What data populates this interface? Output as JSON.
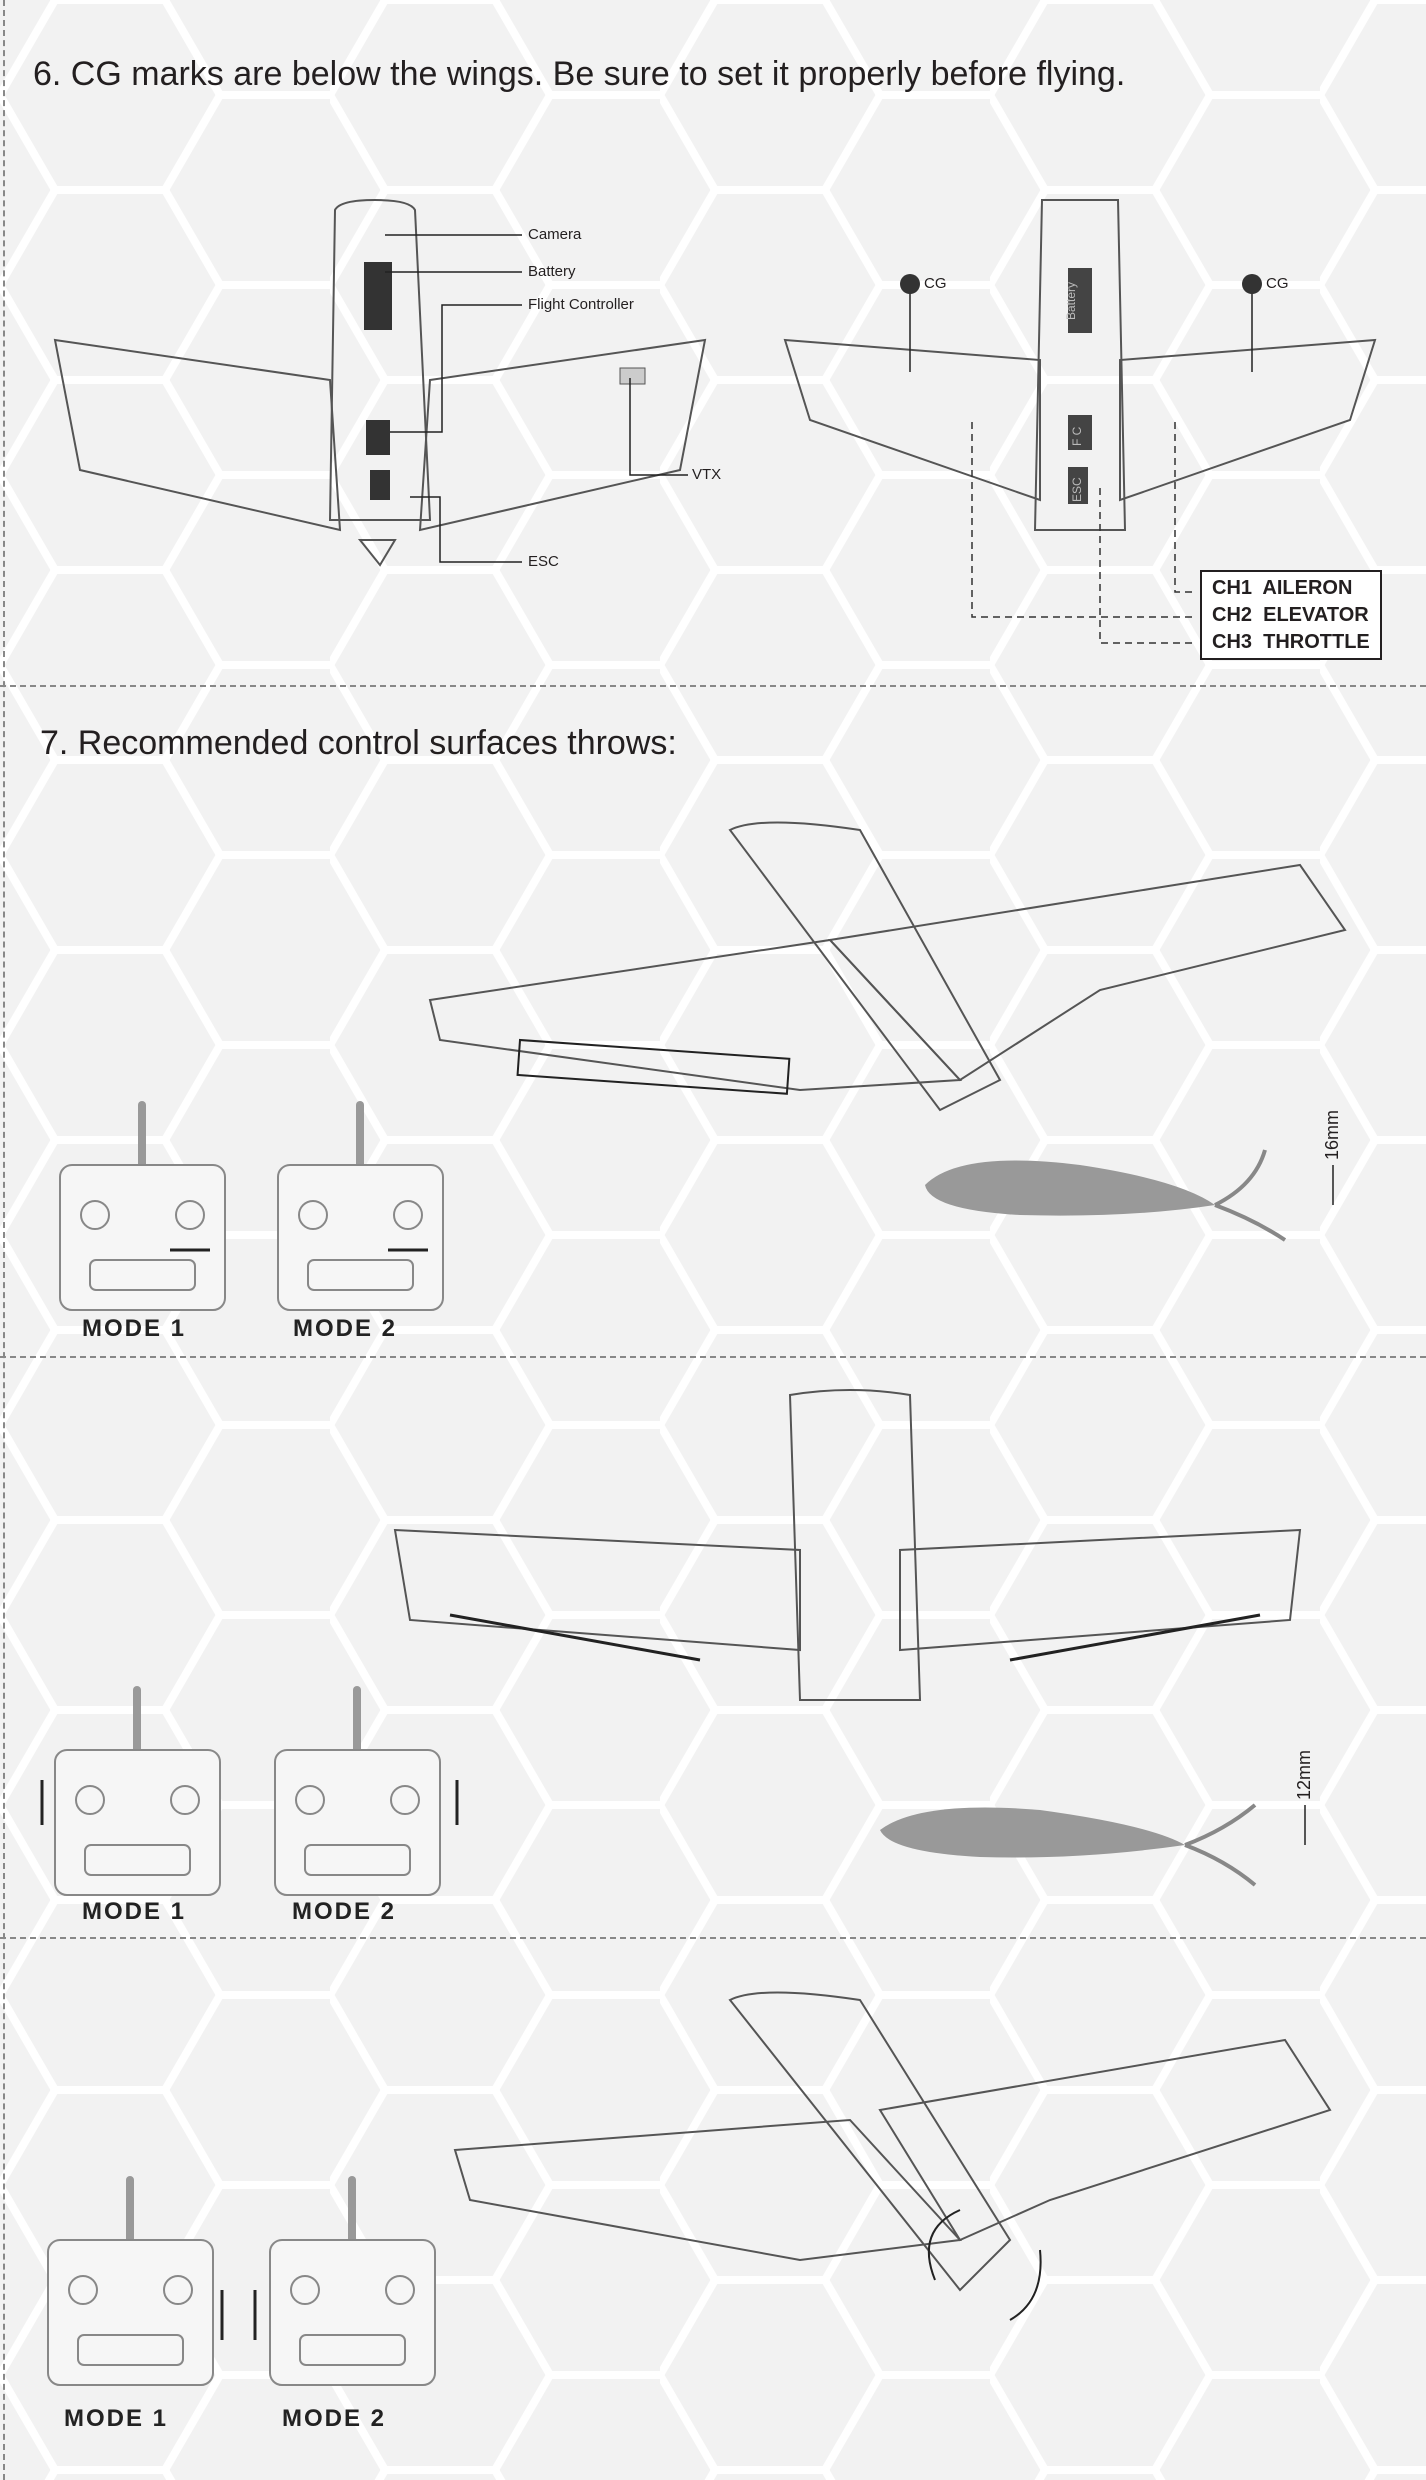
{
  "section6": {
    "heading": "6. CG marks are below the wings. Be sure to set it properly before flying.",
    "left_labels": {
      "camera": "Camera",
      "battery": "Battery",
      "flight_controller": "Flight Controller",
      "vtx": "VTX",
      "esc": "ESC"
    },
    "right_labels": {
      "cg_left": "CG",
      "cg_right": "CG",
      "battery": "Battery",
      "fc": "F C",
      "esc": "ESC"
    },
    "channels": [
      "CH1  AILERON",
      "CH2  ELEVATOR",
      "CH3  THROTTLE"
    ]
  },
  "section7": {
    "heading": "7. Recommended control surfaces throws:",
    "aileron": {
      "throw": "16mm",
      "mode1": "MODE 1",
      "mode2": "MODE 2"
    },
    "elevator": {
      "throw": "12mm",
      "mode1": "MODE 1",
      "mode2": "MODE 2"
    },
    "rudder": {
      "mode1": "MODE 1",
      "mode2": "MODE 2"
    }
  }
}
